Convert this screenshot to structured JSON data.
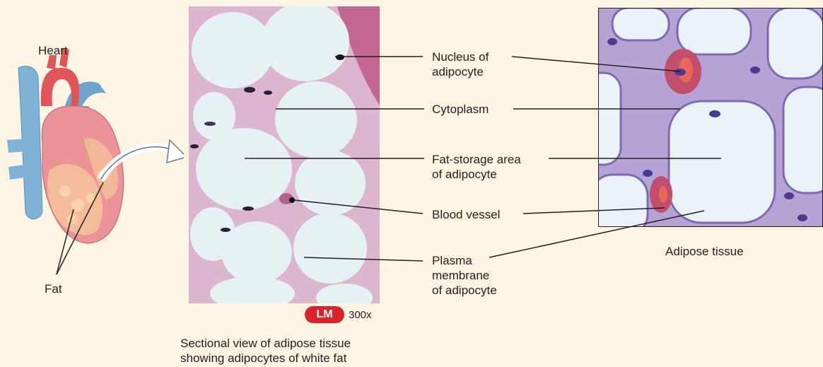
{
  "heart_label": "Heart",
  "fat_label": "Fat",
  "labels": {
    "nucleus": "Nucleus of adipocyte",
    "cytoplasm": "Cytoplasm",
    "fat_storage": "Fat-storage area of adipocyte",
    "blood_vessel": "Blood vessel",
    "plasma_membrane": "Plasma membrane of adipocyte"
  },
  "label_lines": {
    "nucleus": [
      "Nucleus of",
      "adipocyte"
    ],
    "fat_storage": [
      "Fat-storage area",
      "of adipocyte"
    ],
    "plasma_membrane": [
      "Plasma",
      "membrane",
      "of adipocyte"
    ]
  },
  "microscopy": {
    "badge": "LM",
    "magnification": "300x",
    "caption_lines": [
      "Sectional view of adipose tissue",
      "showing adipocytes of white fat"
    ]
  },
  "schematic_caption": "Adipose tissue",
  "colors": {
    "background": "#fdf5e3",
    "badge": "#d8232a",
    "tissue_purple": "#b6a3d6",
    "cell_fill": "#e9f3f7"
  }
}
